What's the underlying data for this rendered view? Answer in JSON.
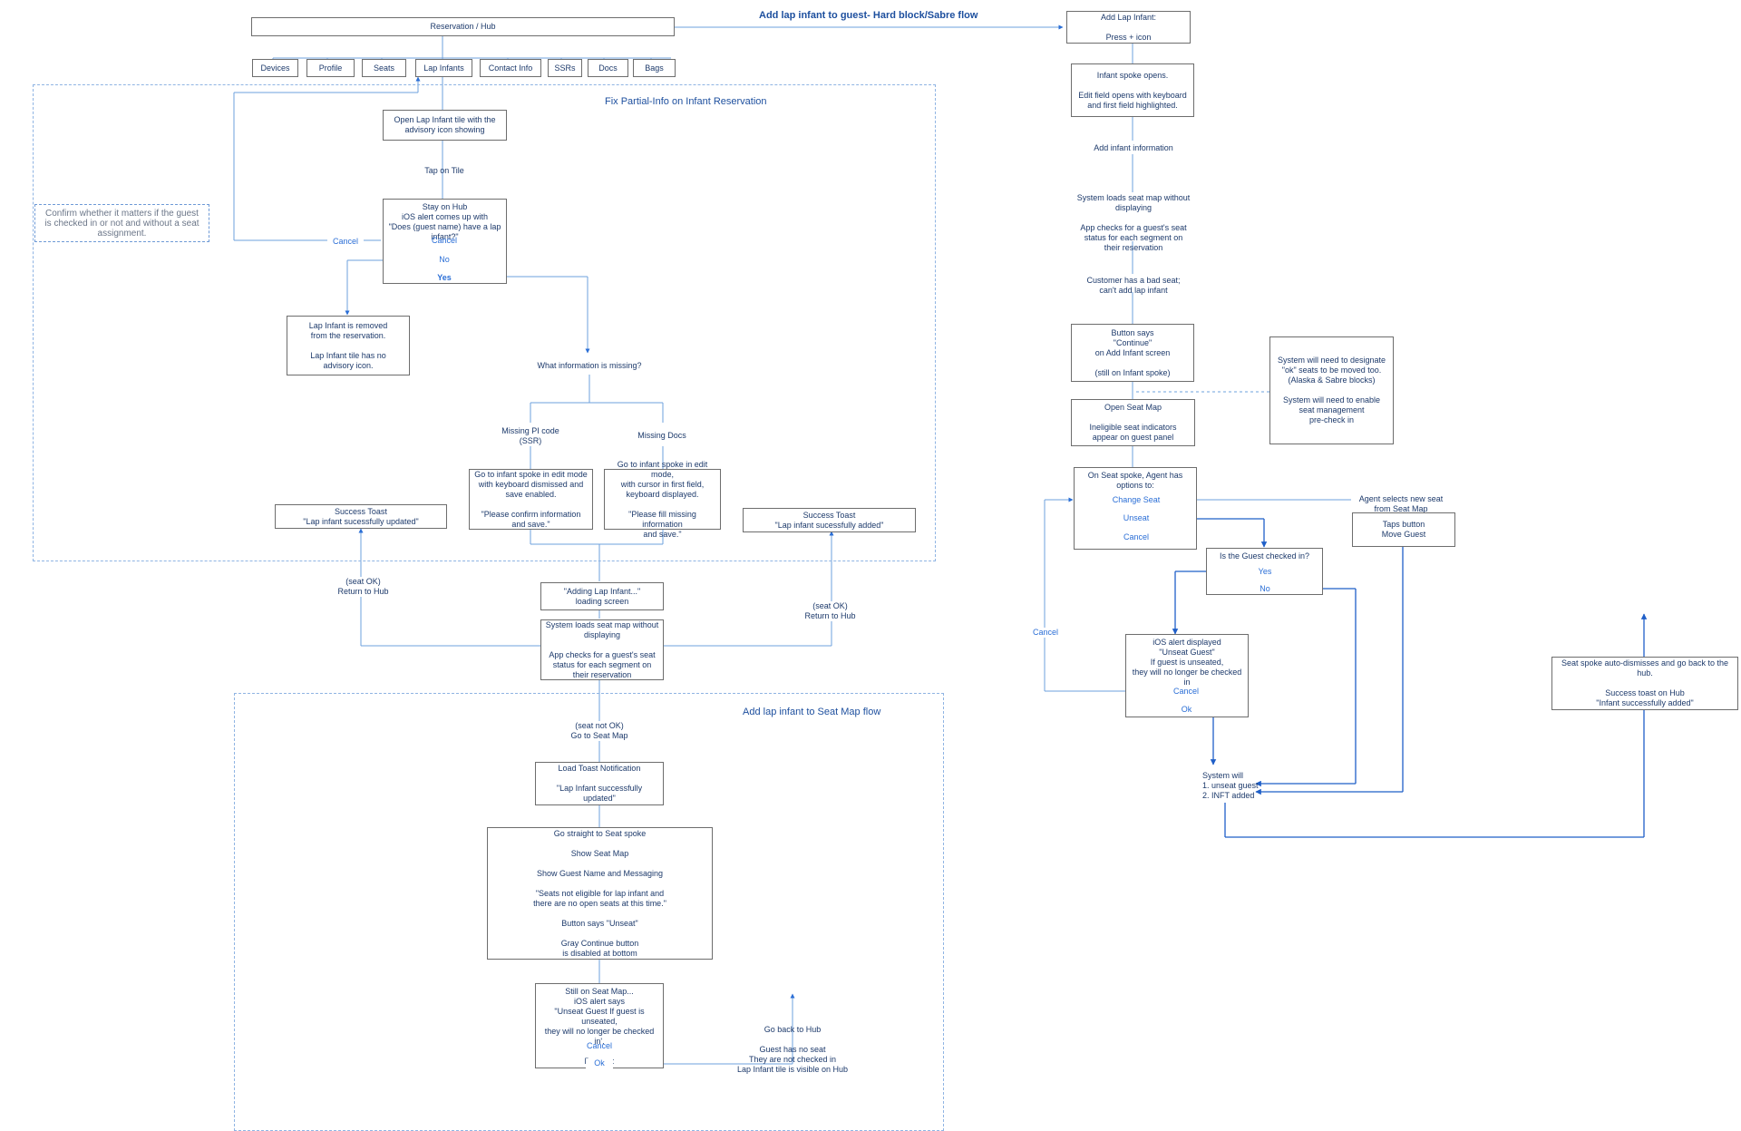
{
  "titles": {
    "main": "Add lap infant to guest- Hard block/Sabre flow",
    "fix_partial": "Fix Partial-Info on Infant Reservation",
    "seat_map": "Add lap infant to Seat Map flow"
  },
  "hub": {
    "title": "Reservation / Hub",
    "tabs": [
      "Devices",
      "Profile",
      "Seats",
      "Lap Infants",
      "Contact Info",
      "SSRs",
      "Docs",
      "Bags"
    ]
  },
  "left": {
    "open_tile": "Open Lap Infant tile with the\nadvisory icon showing",
    "tap_tile": "Tap on Tile",
    "stay_hub": "Stay on Hub\niOS alert comes up with\n\"Does (guest name) have a lap\ninfant?\"",
    "opt_cancel": "Cancel",
    "opt_no": "No",
    "opt_yes": "Yes",
    "cancel_left": "Cancel",
    "confirm_note": "Confirm whether it matters if the guest\nis checked in or not and without a seat\nassignment.",
    "removed": "Lap Infant is removed\nfrom the reservation.\n\nLap Infant tile has no\nadvisory icon.",
    "what_missing": "What information is missing?",
    "missing_pi": "Missing PI code\n(SSR)",
    "missing_docs": "Missing Docs",
    "spoke_confirm": "Go to infant spoke in edit mode\nwith keyboard dismissed and\nsave enabled.\n\n\"Please confirm information\nand save.\"",
    "spoke_fill": "Go to infant spoke in edit mode,\nwith cursor in first field,\nkeyboard displayed.\n\n\"Please fill missing information\nand save.\"",
    "toast_updated": "Success Toast\n\"Lap infant sucessfully updated\"",
    "toast_added": "Success Toast\n\"Lap infant sucessfully added\"",
    "seat_ok_left": "(seat OK)\nReturn to Hub",
    "seat_ok_right": "(seat OK)\nReturn to Hub",
    "adding": "\"Adding Lap Infant...\"\nloading screen",
    "system_loads": "System loads seat map without\ndisplaying\n\nApp checks for a guest's seat\nstatus for each segment on\ntheir reservation",
    "seat_not_ok": "(seat not OK)\nGo to Seat Map",
    "load_toast": "Load Toast Notification\n\n\"Lap Infant successfully updated\"",
    "seat_spoke": "Go straight to Seat spoke\n\nShow Seat Map\n\nShow  Guest Name and Messaging\n\n\"Seats not eligible for lap infant and\nthere are no open seats at this time.\"\n\nButton says \"Unseat\"\n\nGray Continue button\nis disabled at bottom",
    "still_title": "Still on Seat Map...\niOS alert says\n\"Unseat Guest If guest is unseated,\nthey will no longer be checked in'.\n\nButtons:",
    "still_cancel": "Cancel",
    "still_ok": "Ok",
    "go_back": "Go back to Hub\n\nGuest has no seat\nThey are not checked in\nLap Infant tile is visible on Hub"
  },
  "right": {
    "add_lap": "Add Lap Infant:\n\nPress + icon",
    "spoke_opens": "Infant spoke opens.\n\nEdit field opens with keyboard\nand first field highlighted.",
    "add_info": "Add infant information",
    "system_loads": "System loads seat map without\ndisplaying\n\nApp checks for a guest's seat\nstatus for each segment on\ntheir reservation",
    "bad_seat": "Customer has a bad seat;\ncan't add lap infant",
    "continue": "Button says\n\"Continue\"\non Add Infant screen\n\n(still on Infant spoke)",
    "system_note": "System will need to designate\n\"ok\" seats to be moved too.\n(Alaska & Sabre blocks)\n\nSystem will need to enable\nseat management\npre-check in",
    "open_seat": "Open Seat Map\n\nIneligible seat indicators\nappear on guest panel",
    "agent_options": "On Seat spoke, Agent has\noptions to:",
    "change_seat": "Change Seat",
    "unseat": "Unseat",
    "cancel": "Cancel",
    "agent_selects": "Agent selects new seat\nfrom Seat Map",
    "taps_move": "Taps button\nMove Guest",
    "checked_in": "Is the Guest checked in?",
    "yes": "Yes",
    "no": "No",
    "cancel_left": "Cancel",
    "ios_unseat": "iOS alert displayed\n\"Unseat Guest\"\nIf guest is unseated,\nthey will no longer be checked in",
    "ios_cancel": "Cancel",
    "ios_ok": "Ok",
    "system_will": "System will\n1. unseat guest\n2. INFT added",
    "auto_dismiss": "Seat spoke auto-dismisses and go back to the\nhub.\n\nSuccess toast on Hub\n\"Infant successfully added\""
  }
}
